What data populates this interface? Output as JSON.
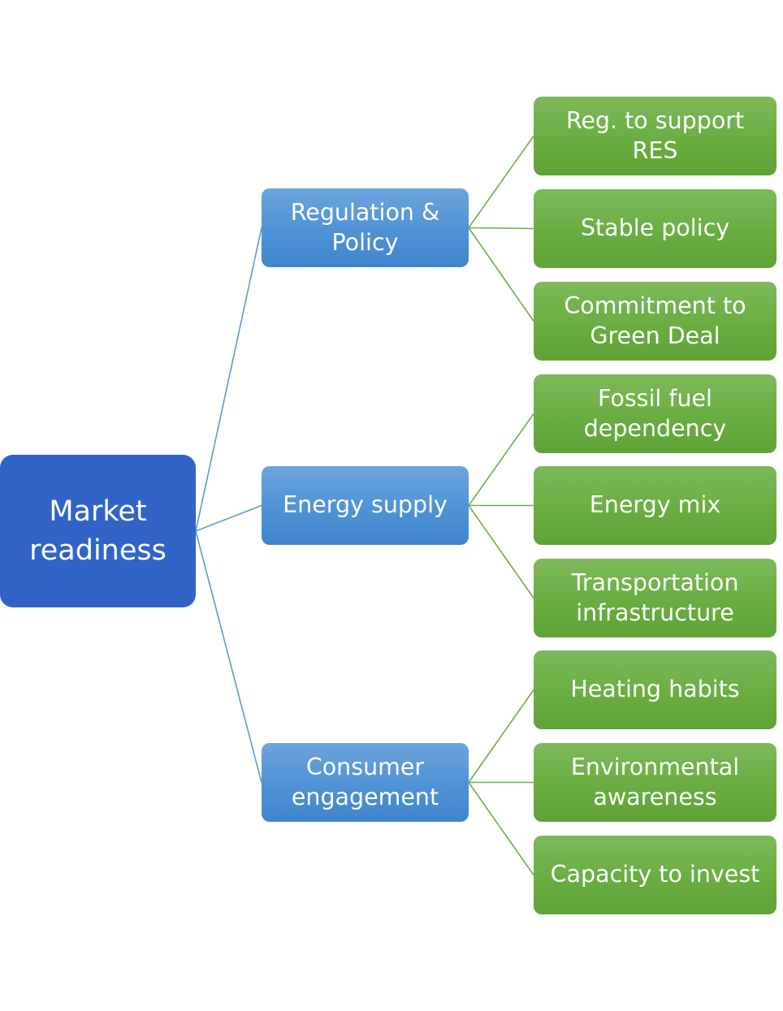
{
  "diagram": {
    "type": "hierarchy-tree",
    "colors": {
      "root": "#3264c8",
      "category": "#4f93d6",
      "factor": "#6aae42",
      "root_connector": "#5b9bd5",
      "factor_connector": "#70ad47",
      "text": "#ffffff"
    },
    "root": {
      "label": "Market\nreadiness"
    },
    "categories": [
      {
        "label": "Regulation &\nPolicy",
        "children": [
          {
            "label": "Reg. to support\nRES"
          },
          {
            "label": "Stable policy"
          },
          {
            "label": "Commitment to\nGreen Deal"
          }
        ]
      },
      {
        "label": "Energy supply",
        "children": [
          {
            "label": "Fossil fuel\ndependency"
          },
          {
            "label": "Energy mix"
          },
          {
            "label": "Transportation\ninfrastructure"
          }
        ]
      },
      {
        "label": "Consumer\nengagement",
        "children": [
          {
            "label": "Heating habits"
          },
          {
            "label": "Environmental\nawareness"
          },
          {
            "label": "Capacity to invest"
          }
        ]
      }
    ]
  }
}
